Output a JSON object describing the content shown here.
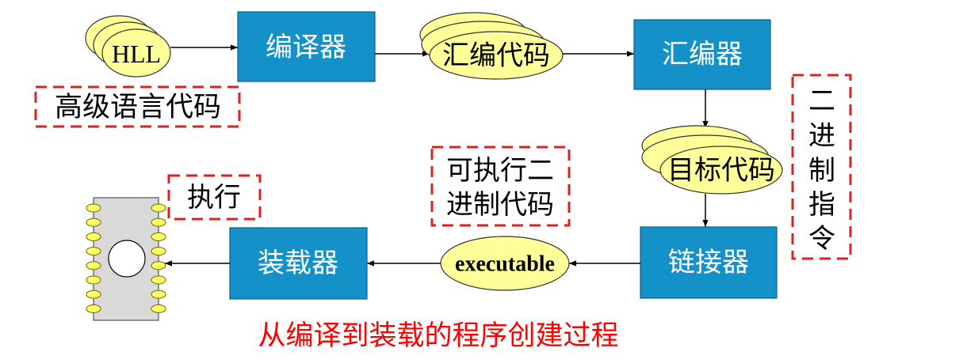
{
  "nodes": {
    "hll": "HLL",
    "compiler": "编译器",
    "asm_code": "汇编代码",
    "assembler": "汇编器",
    "object_code": "目标代码",
    "linker": "链接器",
    "executable": "executable",
    "loader": "装载器"
  },
  "annotations": {
    "hll_note": "高级语言代码",
    "exec_note": "执行",
    "exe_note": [
      "可执行二",
      "进制代码"
    ],
    "binary_note": [
      "二",
      "进",
      "制",
      "指",
      "令"
    ]
  },
  "caption": "从编译到装载的程序创建过程",
  "colors": {
    "box_fill": "#1391C8",
    "ellipse_fill": "#FFFF99",
    "note_border": "#E02020",
    "caption": "#FF0000",
    "chip_fill": "#D9D9D9"
  },
  "icons": {
    "chip": "ic-chip-icon"
  }
}
